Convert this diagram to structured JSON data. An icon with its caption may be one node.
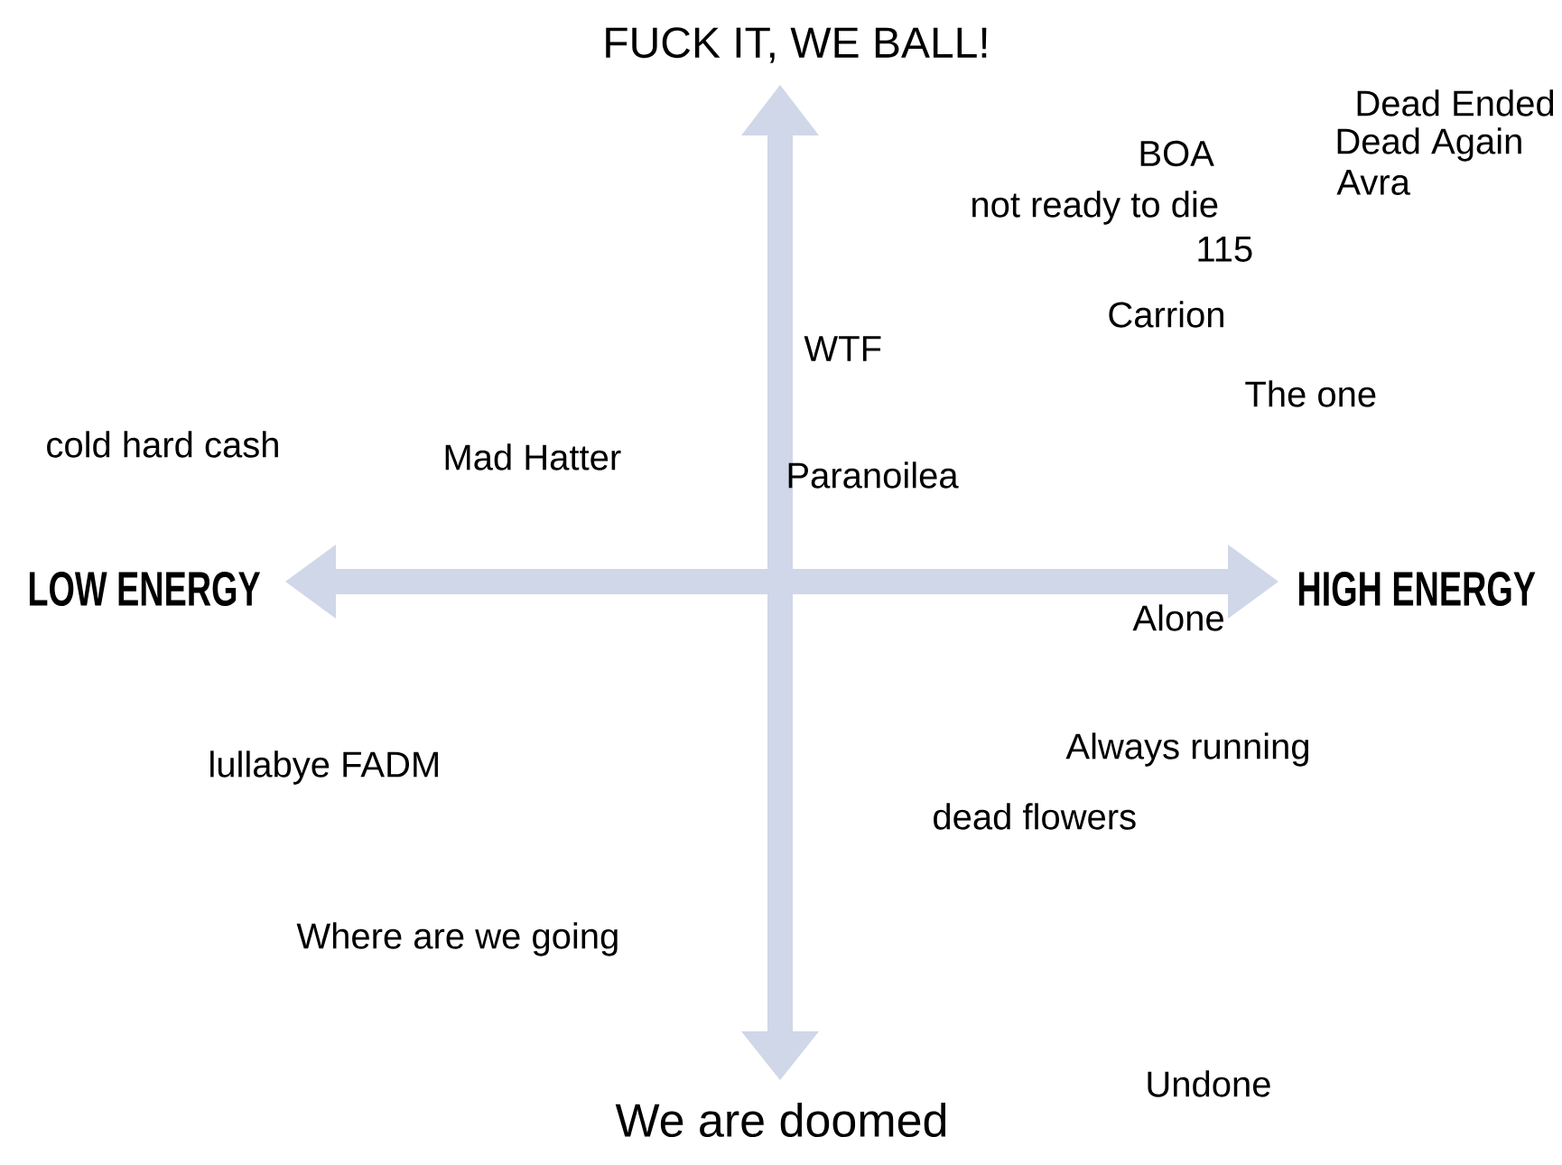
{
  "diagram": {
    "labels": [
      "FUCK IT, WE BALL!",
      "Dead Ended",
      "BOA",
      "Dead Again",
      "Avra",
      "not ready to die",
      "115",
      "Carrion",
      "WTF",
      "The one",
      "cold hard cash",
      "Mad Hatter",
      "Paranoilea",
      "LOW ENERGY",
      "HIGH ENERGY",
      "Alone",
      "Always running",
      "lullabye FADM",
      "dead flowers",
      "Where are we going",
      "Undone",
      "We are doomed"
    ]
  }
}
